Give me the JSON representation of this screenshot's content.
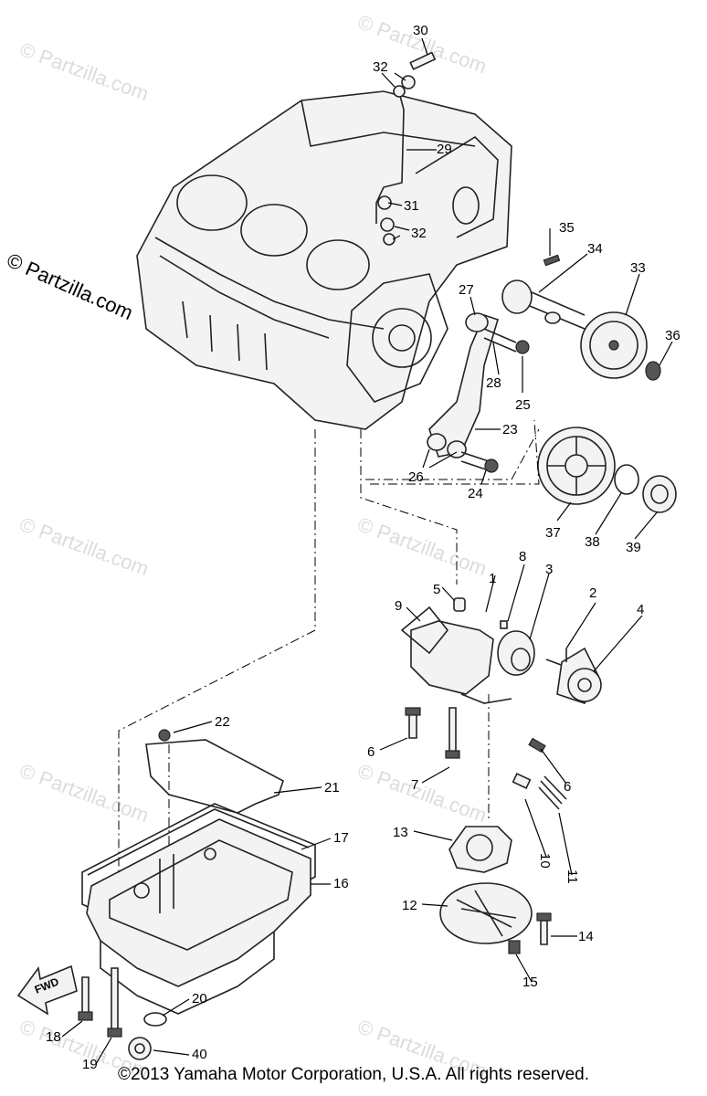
{
  "watermark": {
    "text": "© Partzilla.com"
  },
  "side_watermark": "© Partzilla.com",
  "copyright": "©2013 Yamaha Motor Corporation, U.S.A. All rights reserved.",
  "fwd_label": "FWD",
  "callouts": {
    "c1": "1",
    "c2": "2",
    "c3": "3",
    "c4": "4",
    "c5": "5",
    "c6a": "6",
    "c6b": "6",
    "c7": "7",
    "c8": "8",
    "c9": "9",
    "c10": "10",
    "c11": "11",
    "c12": "12",
    "c13": "13",
    "c14": "14",
    "c15": "15",
    "c16": "16",
    "c17": "17",
    "c18": "18",
    "c19": "19",
    "c20": "20",
    "c21": "21",
    "c22": "22",
    "c23": "23",
    "c24": "24",
    "c25": "25",
    "c26": "26",
    "c27": "27",
    "c28": "28",
    "c29": "29",
    "c30": "30",
    "c31": "31",
    "c32a": "32",
    "c32b": "32",
    "c33": "33",
    "c34": "34",
    "c35": "35",
    "c36": "36",
    "c37": "37",
    "c38": "38",
    "c39": "39",
    "c40": "40"
  }
}
